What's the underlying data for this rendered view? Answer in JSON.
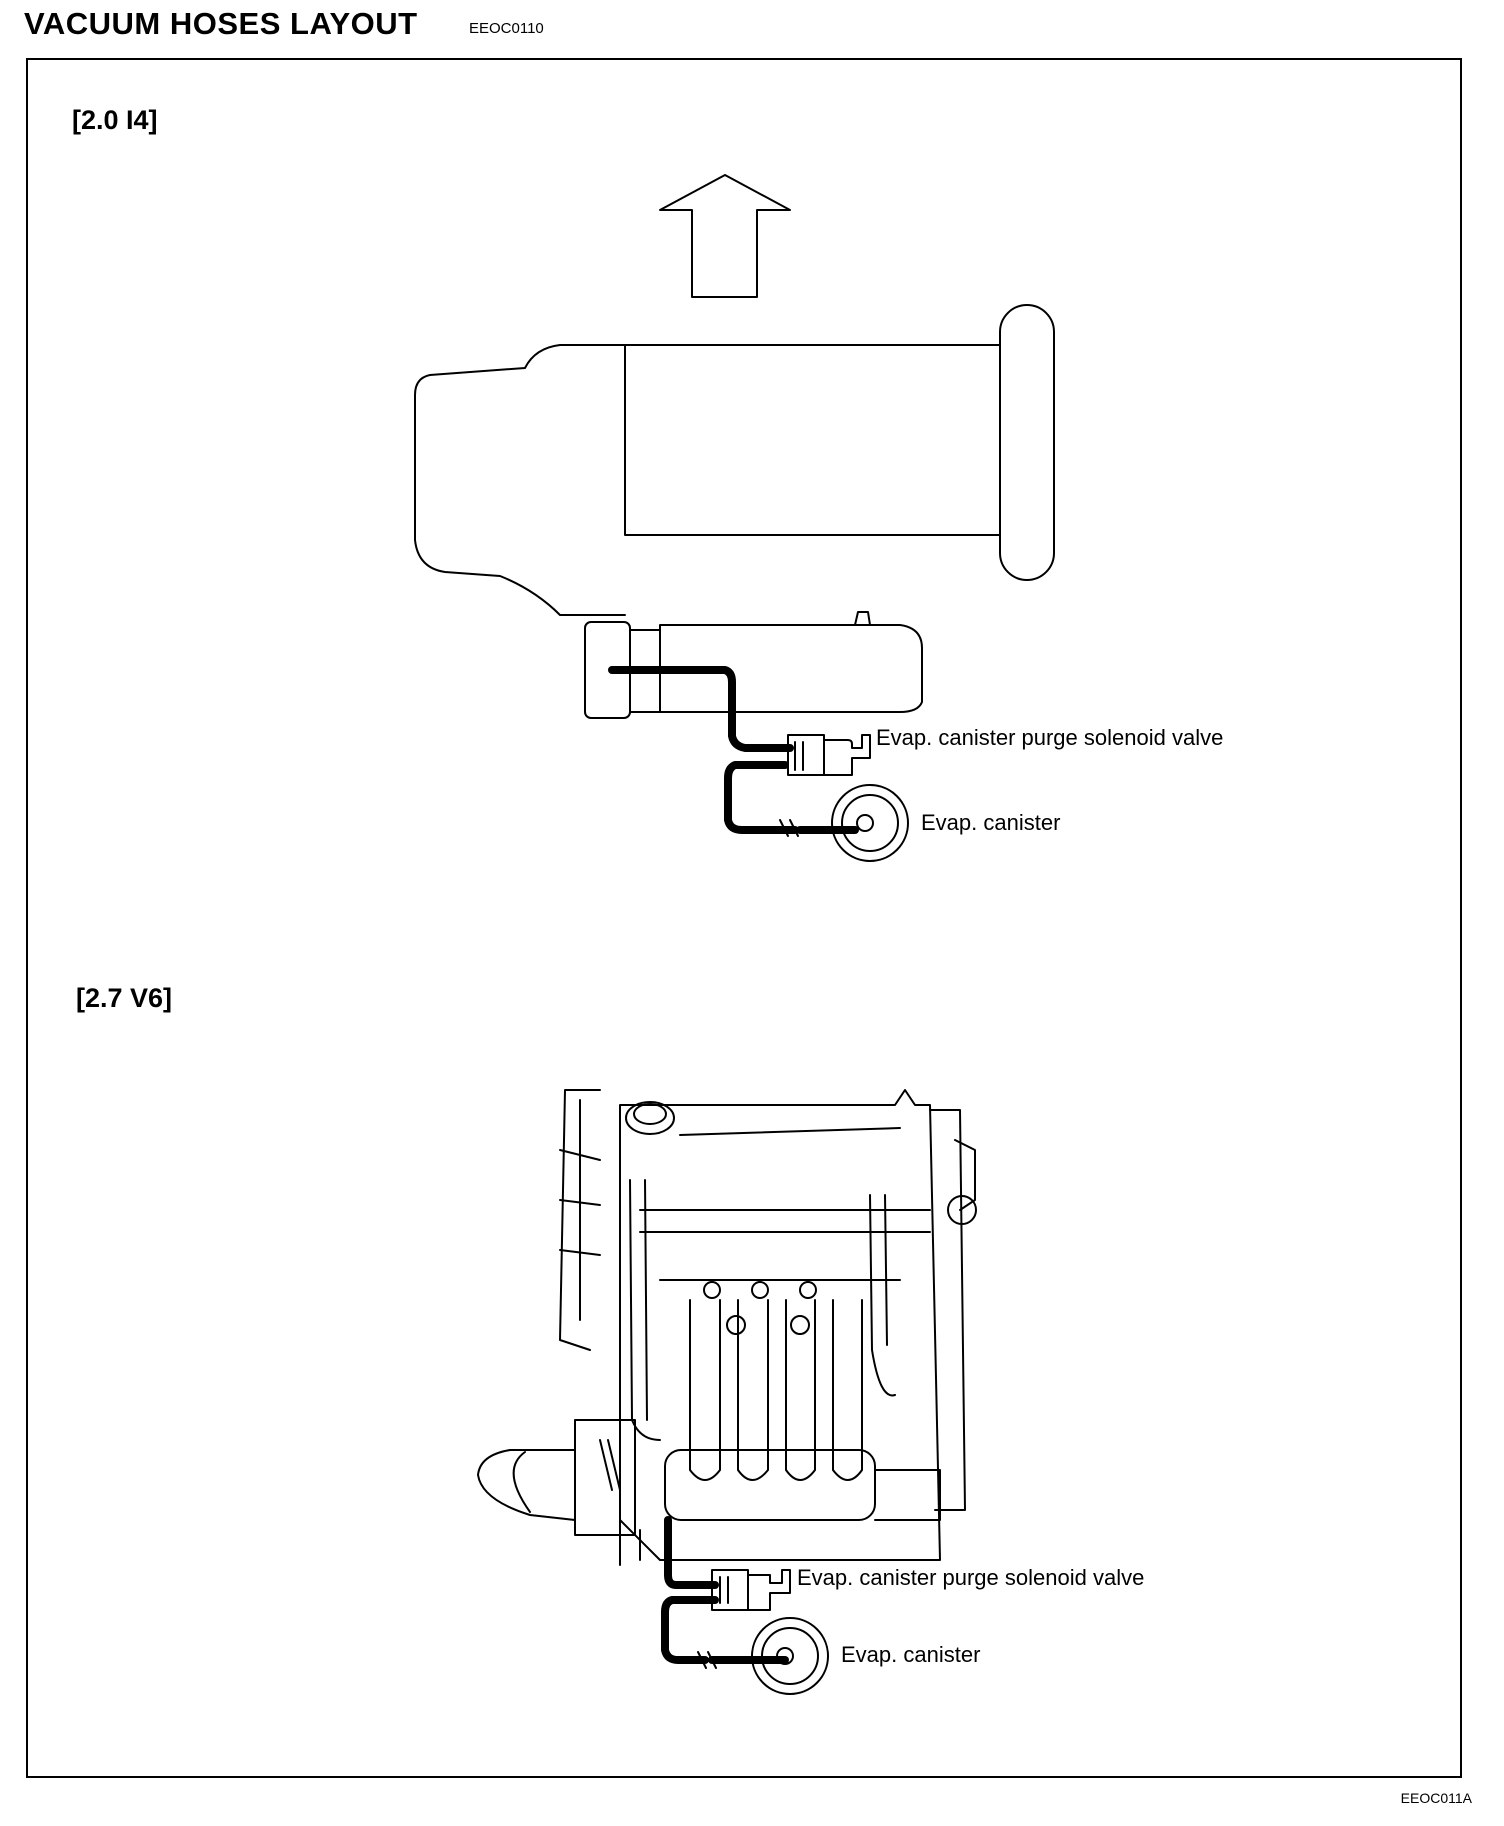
{
  "header": {
    "title": "VACUUM HOSES LAYOUT",
    "code": "EEOC0110"
  },
  "sections": [
    {
      "label": "[2.0 I4]",
      "callouts": {
        "solenoid": "Evap. canister purge solenoid valve",
        "canister": "Evap. canister"
      }
    },
    {
      "label": "[2.7 V6]",
      "callouts": {
        "solenoid": "Evap. canister purge solenoid valve",
        "canister": "Evap. canister"
      }
    }
  ],
  "footer": {
    "figure_code": "EEOC011A"
  }
}
